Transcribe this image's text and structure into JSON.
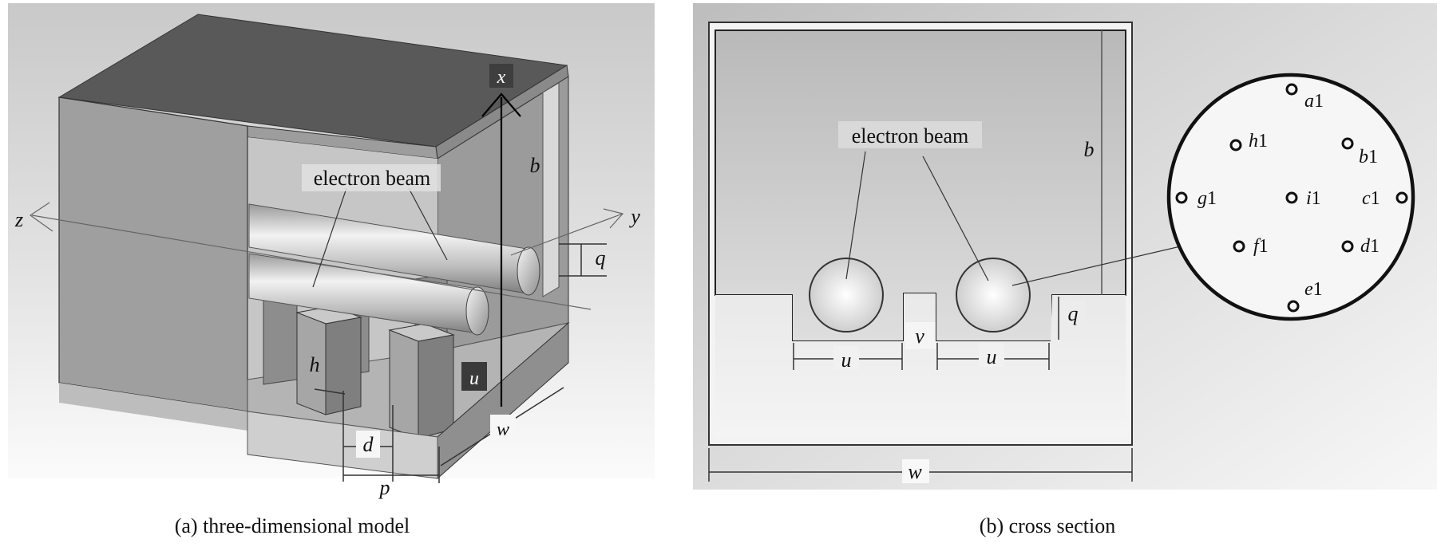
{
  "panel_a": {
    "caption": "(a) three-dimensional model",
    "beam_label": "electron beam",
    "axis_x": "x",
    "axis_y": "y",
    "axis_z": "z",
    "dim_b": "b",
    "dim_q": "q",
    "dim_h": "h",
    "dim_u": "u",
    "dim_w": "w",
    "dim_d": "d",
    "dim_p": "p"
  },
  "panel_b": {
    "caption": "(b) cross section",
    "beam_label": "electron beam",
    "dim_b": "b",
    "dim_q": "q",
    "dim_v": "v",
    "dim_u_left": "u",
    "dim_u_right": "u",
    "dim_w": "w",
    "detail_points": [
      {
        "letter": "a",
        "sub": "1"
      },
      {
        "letter": "h",
        "sub": "1"
      },
      {
        "letter": "b",
        "sub": "1"
      },
      {
        "letter": "g",
        "sub": "1"
      },
      {
        "letter": "i",
        "sub": "1"
      },
      {
        "letter": "c",
        "sub": "1"
      },
      {
        "letter": "f",
        "sub": "1"
      },
      {
        "letter": "d",
        "sub": "1"
      },
      {
        "letter": "e",
        "sub": "1"
      }
    ]
  }
}
